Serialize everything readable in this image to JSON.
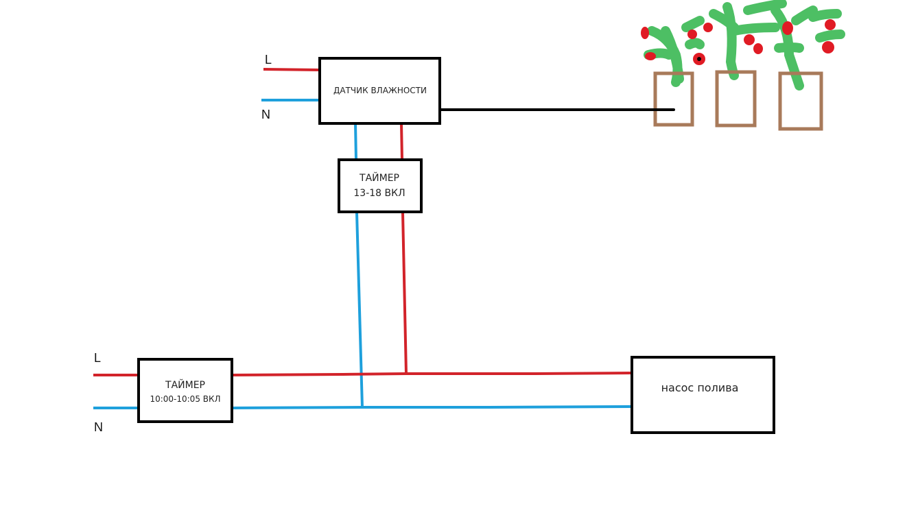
{
  "colors": {
    "phase": "#d2232a",
    "neutral": "#1ea0dc",
    "signal": "#000000",
    "pot": "#a87a5a",
    "foliage": "#2fb54a",
    "berry": "#e01b24"
  },
  "top_feed": {
    "phase_label": "L",
    "neutral_label": "N"
  },
  "bottom_feed": {
    "phase_label": "L",
    "neutral_label": "N"
  },
  "humidity_sensor": {
    "label": "ДАТЧИК ВЛАЖНОСТИ"
  },
  "timer_day": {
    "line1": "ТАЙМЕР",
    "line2": "13-18 ВКЛ"
  },
  "timer_morning": {
    "line1": "ТАЙМЕР",
    "line2": "10:00-10:05 ВКЛ"
  },
  "pump": {
    "label": "насос полива"
  },
  "plants": {
    "pot_count": 3
  }
}
